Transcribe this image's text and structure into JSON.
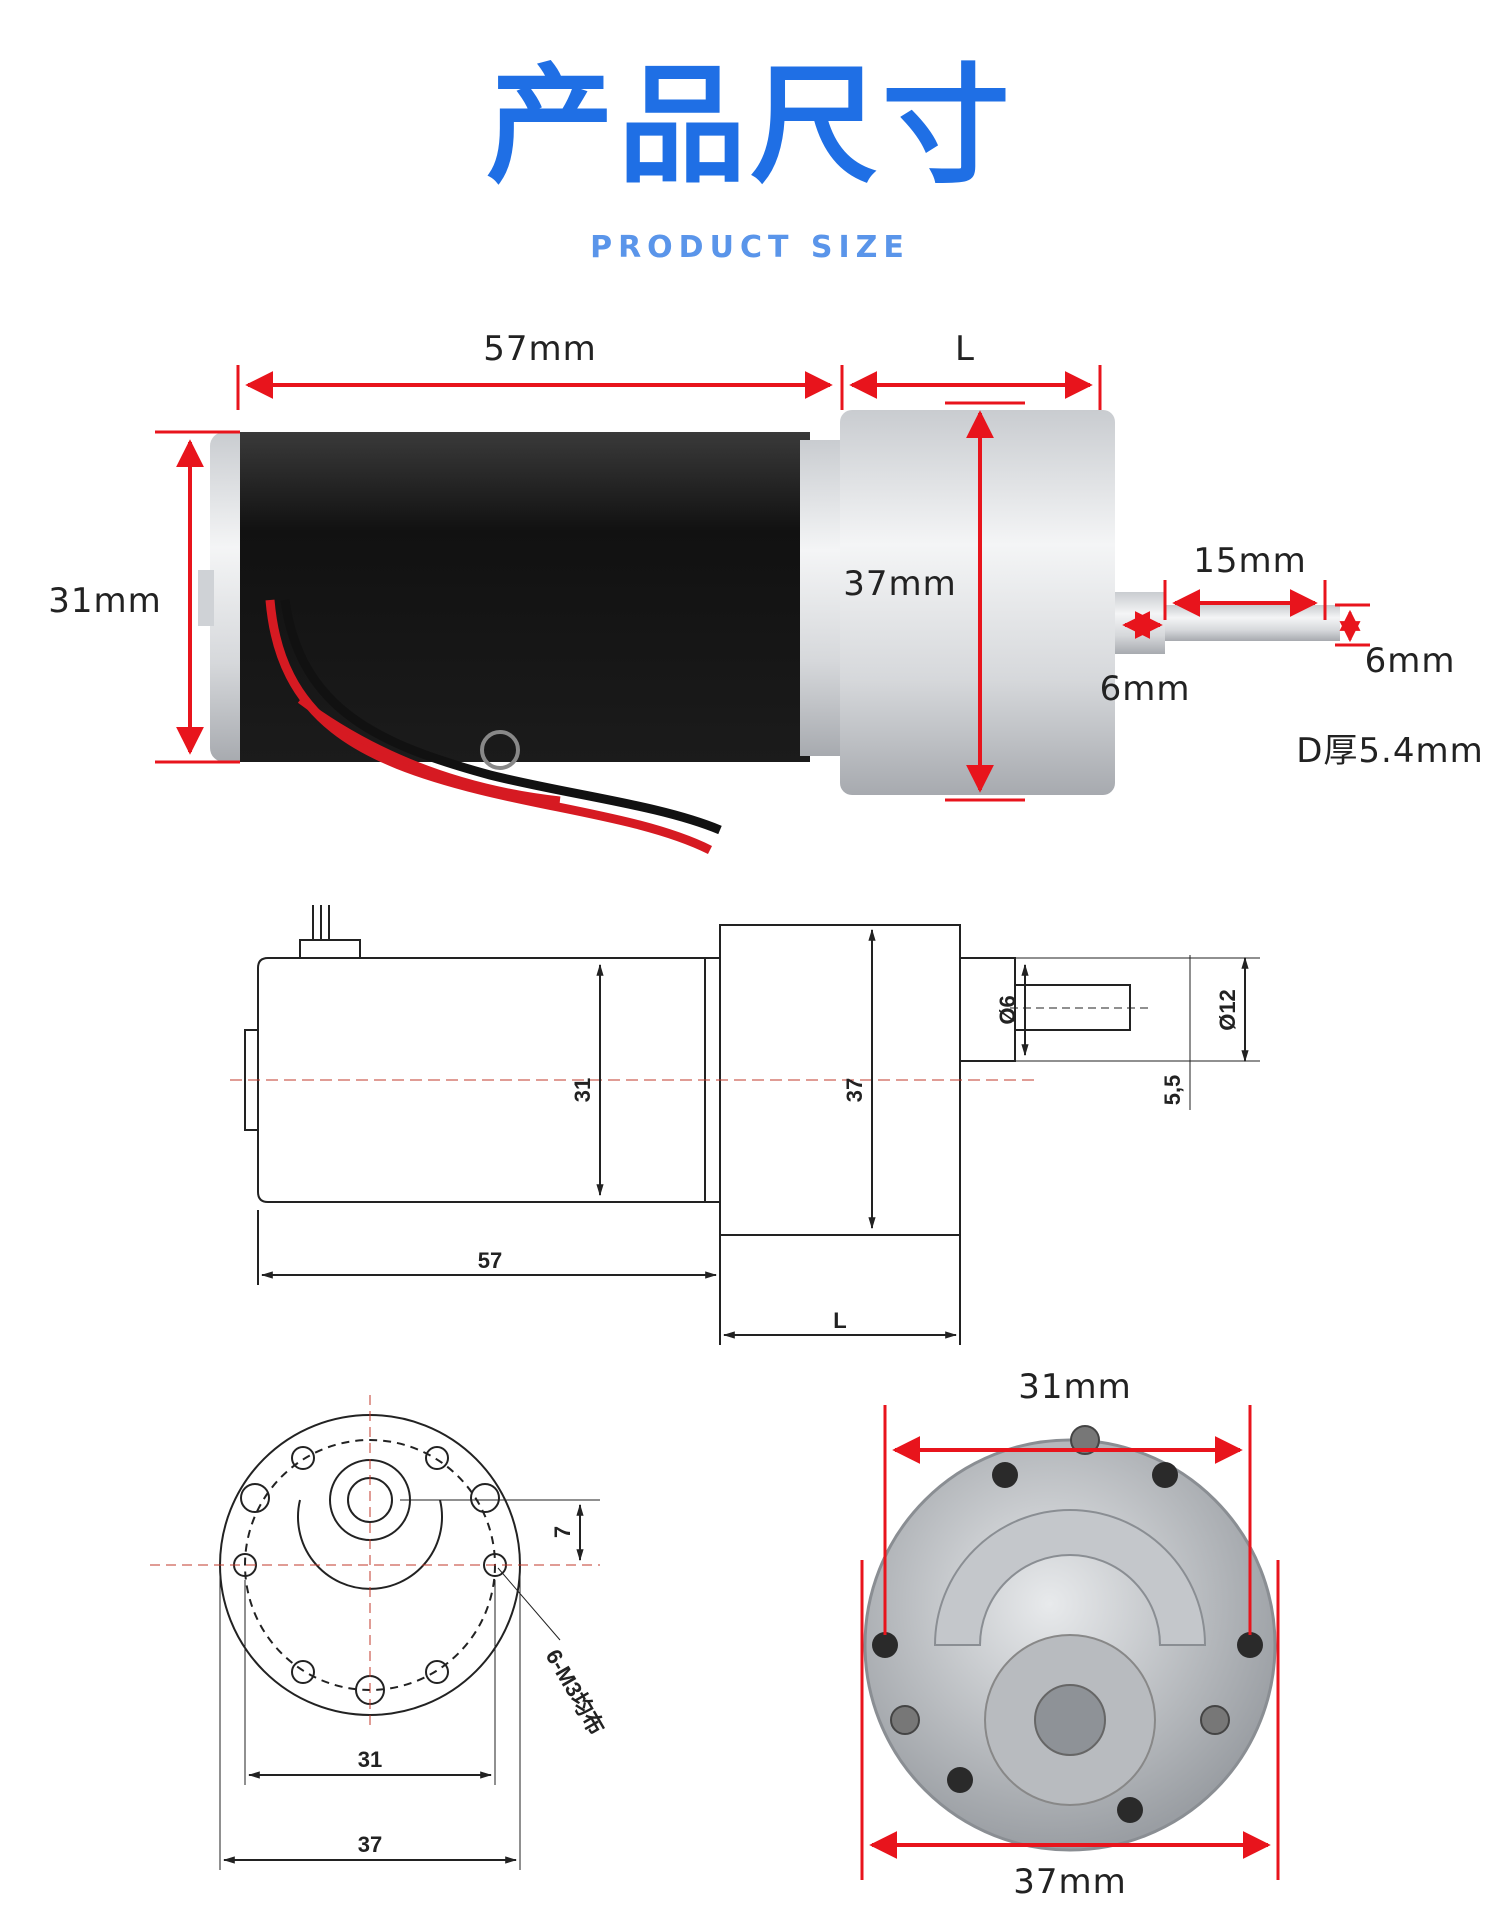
{
  "header": {
    "title": "产品尺寸",
    "subtitle": "PRODUCT SIZE"
  },
  "photo_top": {
    "length": "57mm",
    "gearbox_length": "L",
    "motor_diameter": "31mm",
    "gearbox_diameter": "37mm",
    "shaft_length": "15mm",
    "shaft_diameter": "6mm",
    "collar_length": "6mm",
    "flat_thickness": "D厚5.4mm"
  },
  "drawing_side": {
    "motor_diameter": "31",
    "gearbox_diameter": "37",
    "length": "57",
    "gearbox_length": "L",
    "shaft_diameter": "Ø6",
    "collar_diameter": "Ø12",
    "shaft_offset": "5,5"
  },
  "drawing_front": {
    "offset": "7",
    "holes": "6-M3均布",
    "bolt_circle": "31",
    "diameter": "37"
  },
  "photo_front": {
    "bolt_circle": "31mm",
    "diameter": "37mm"
  },
  "colors": {
    "accent": "#1f6fe5",
    "dimension_red": "#e8141c"
  }
}
